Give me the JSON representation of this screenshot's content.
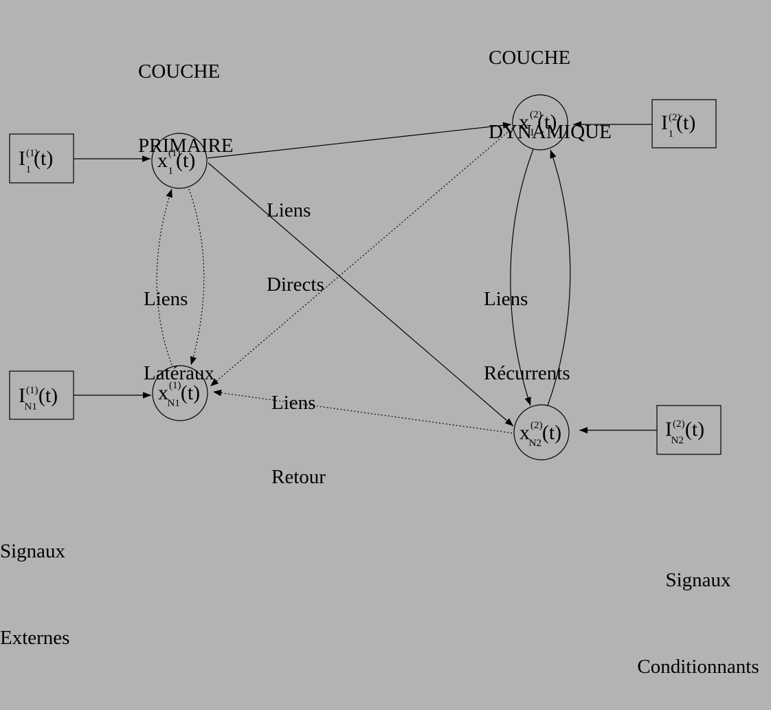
{
  "layers": {
    "primary": [
      "COUCHE",
      "PRIMAIRE"
    ],
    "dynamic": [
      "COUCHE",
      "DYNAMIQUE"
    ]
  },
  "links": {
    "direct": [
      "Liens",
      "Directs"
    ],
    "lateral": [
      "Liens",
      "Latéraux"
    ],
    "recurrent": [
      "Liens",
      "Récurrents"
    ],
    "return": [
      "Liens",
      "Retour"
    ]
  },
  "signals": {
    "external": [
      "Signaux",
      "Externes"
    ],
    "conditioning": [
      "Signaux",
      "Conditionnants"
    ]
  },
  "inputs": {
    "i1_1": {
      "base": "I",
      "sup": "(1)",
      "sub": "1",
      "arg": "(t)"
    },
    "iN1_1": {
      "base": "I",
      "sup": "(1)",
      "sub": "N1",
      "arg": "(t)"
    },
    "i1_2": {
      "base": "I",
      "sup": "(2)",
      "sub": "1",
      "arg": "(t)"
    },
    "iN2_2": {
      "base": "I",
      "sup": "(2)",
      "sub": "N2",
      "arg": "(t)"
    }
  },
  "neurons": {
    "x1_1": {
      "base": "x",
      "sup": "(1)",
      "sub": "1",
      "arg": "(t)"
    },
    "xN1_1": {
      "base": "x",
      "sup": "(1)",
      "sub": "N1",
      "arg": "(t)"
    },
    "x1_2": {
      "base": "x",
      "sup": "(2)",
      "sub": "1",
      "arg": "(t)"
    },
    "xN2_2": {
      "base": "x",
      "sup": "(2)",
      "sub": "N2",
      "arg": "(t)"
    }
  }
}
